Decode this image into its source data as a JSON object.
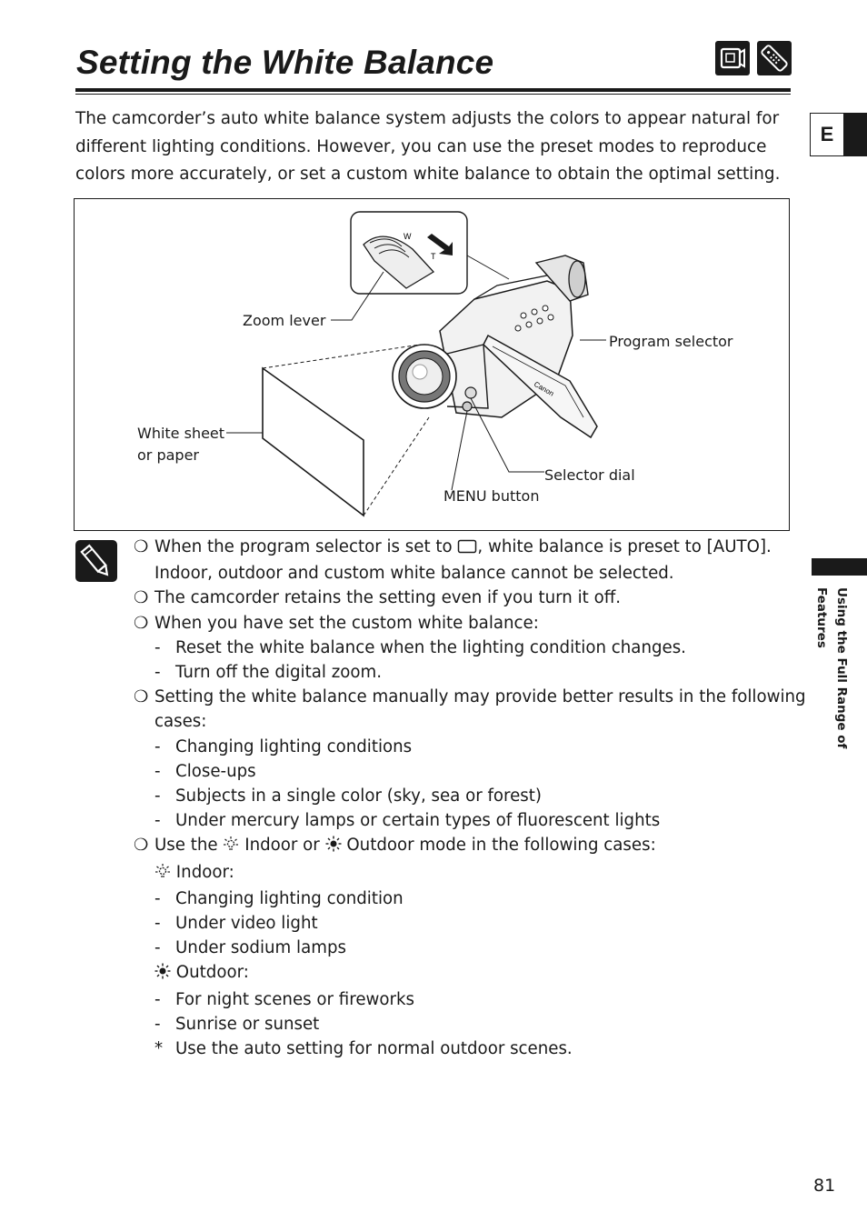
{
  "title": "Setting the White Balance",
  "language_tab": "E",
  "header_icons": [
    "camera-mode-icon",
    "remote-control-icon"
  ],
  "intro": "The camcorder’s auto white balance system adjusts the colors to appear natural for different lighting conditions. However, you can use the preset modes to reproduce colors more accurately, or set a custom white balance to obtain the optimal setting.",
  "figure": {
    "zoom_lever_label": "Zoom lever",
    "program_selector_label": "Program selector",
    "white_sheet_label_line1": "White sheet",
    "white_sheet_label_line2": "or paper",
    "selector_dial_label": "Selector dial",
    "menu_button_label": "MENU button",
    "zoom_w_label": "W",
    "zoom_t_label": "T",
    "brand_label": "Canon"
  },
  "notes": {
    "n1_before": "When the program selector is set to",
    "n1_after": ", white balance is preset to [AUTO].",
    "n1_cont": "Indoor, outdoor and custom white balance cannot be selected.",
    "n2": "The camcorder retains the setting even if you turn it off.",
    "n3": "When you have set the custom white balance:",
    "n3_sub": [
      "Reset the white balance when the lighting condition changes.",
      "Turn off the digital zoom."
    ],
    "n4": "Setting the white balance manually may provide better results in the following",
    "n4_cont": "cases:",
    "n4_sub": [
      "Changing lighting conditions",
      "Close-ups",
      "Subjects in a single color (sky, sea or forest)",
      "Under mercury lamps or certain types of fluorescent lights"
    ],
    "n5_a": "Use the",
    "n5_b": "Indoor or",
    "n5_c": "Outdoor mode in the following cases:",
    "indoor_heading": "Indoor:",
    "indoor_sub": [
      "Changing lighting condition",
      "Under video light",
      "Under sodium lamps"
    ],
    "outdoor_heading": "Outdoor:",
    "outdoor_sub": [
      "For night scenes or fireworks",
      "Sunrise or sunset"
    ],
    "footnote_mark": "*",
    "footnote": "Use the auto setting for normal outdoor scenes."
  },
  "sidebar_line1": "Using the Full Range",
  "sidebar_line2": "of Features",
  "page_number": "81"
}
